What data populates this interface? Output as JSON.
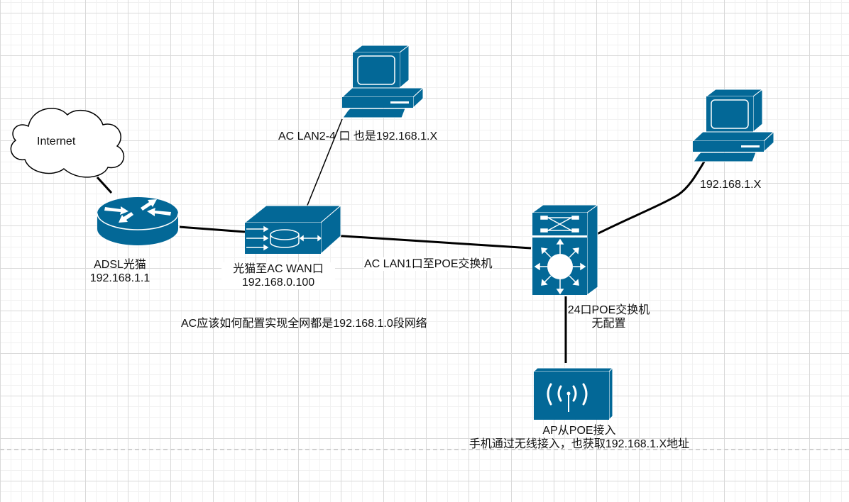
{
  "colors": {
    "device": "#036897",
    "link": "#000000",
    "text": "#111111"
  },
  "nodes": {
    "internet": {
      "label": "Internet",
      "icon": "cloud-icon"
    },
    "modem": {
      "label_line1": "ADSL光猫",
      "label_line2": "192.168.1.1",
      "icon": "router-icon"
    },
    "ac": {
      "label_line1": "光猫至AC  WAN口",
      "label_line2": "192.168.0.100",
      "icon": "access-controller-icon"
    },
    "pc_top": {
      "label": "AC LAN2-4 口 也是192.168.1.X",
      "icon": "workstation-icon"
    },
    "pc_right": {
      "label": "192.168.1.X",
      "icon": "workstation-icon"
    },
    "poe_switch": {
      "label_line1": "24口POE交换机",
      "label_line2": "无配置",
      "icon": "layer3-switch-icon"
    },
    "ap": {
      "label_line1": "AP从POE接入",
      "label_line2": "手机通过无线接入，也获取192.168.1.X地址",
      "icon": "wireless-ap-icon"
    }
  },
  "edges": [
    {
      "from": "internet",
      "to": "modem"
    },
    {
      "from": "modem",
      "to": "ac"
    },
    {
      "from": "ac",
      "to": "pc_top"
    },
    {
      "from": "ac",
      "to": "poe_switch",
      "label": "AC LAN1口至POE交换机"
    },
    {
      "from": "poe_switch",
      "to": "pc_right"
    },
    {
      "from": "poe_switch",
      "to": "ap"
    }
  ],
  "annotation": "AC应该如何配置实现全网都是192.168.1.0段网络"
}
